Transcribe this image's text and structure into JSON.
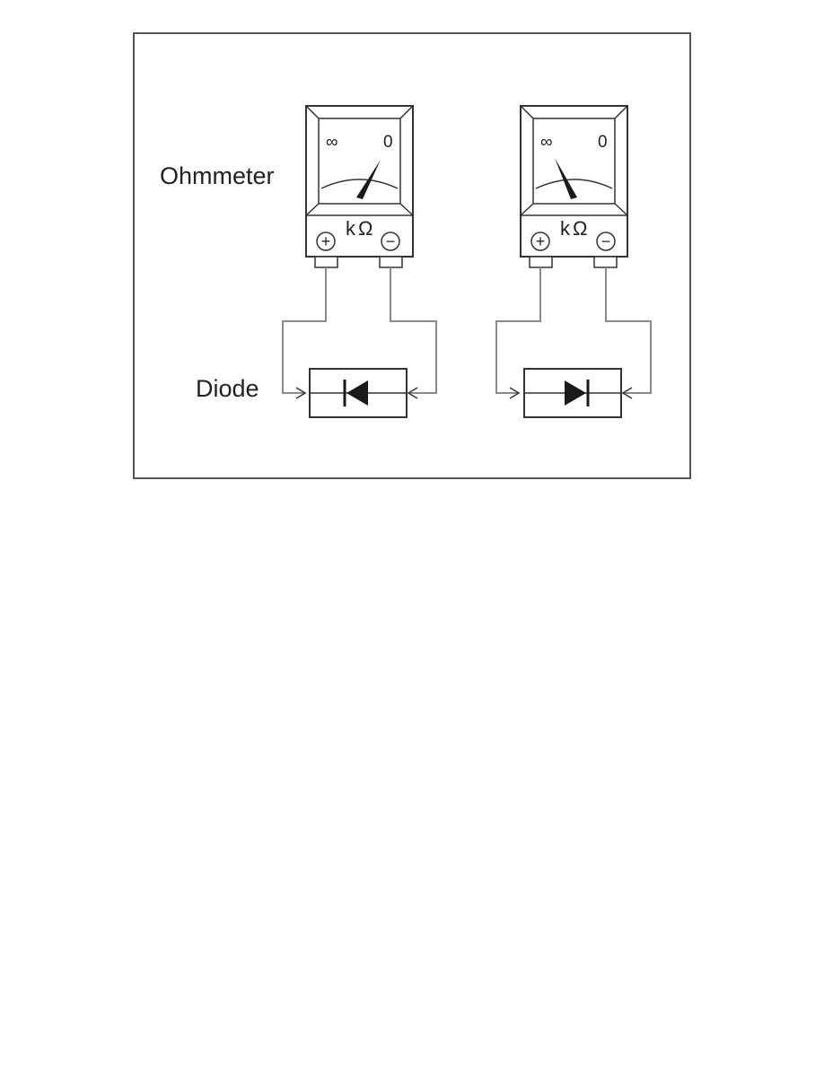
{
  "labels": {
    "ohmmeter": "Ohmmeter",
    "diode": "Diode"
  },
  "meters": [
    {
      "scale_left": "∞",
      "scale_right": "0",
      "unit": "kΩ",
      "terminal_pos": "+",
      "terminal_neg": "−",
      "needle_reading": "0",
      "diode_direction": "cathode-left"
    },
    {
      "scale_left": "∞",
      "scale_right": "0",
      "unit": "kΩ",
      "terminal_pos": "+",
      "terminal_neg": "−",
      "needle_reading": "∞",
      "diode_direction": "cathode-right"
    }
  ],
  "colors": {
    "stroke": "#333333",
    "wire": "#8a8a8a",
    "needle": "#1a1a1a"
  }
}
